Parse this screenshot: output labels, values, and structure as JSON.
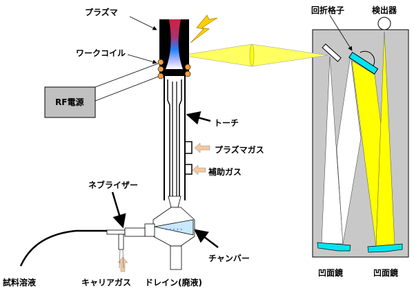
{
  "title": "ICP emission spectrometer schematic",
  "labels": {
    "plasma": "プラズマ",
    "work_coil": "ワークコイル",
    "rf_power": "RF電源",
    "torch": "トーチ",
    "plasma_gas": "プラズマガス",
    "auxiliary_gas": "補助ガス",
    "nebulizer": "ネブライザー",
    "chamber": "チャンバー",
    "sample_solution": "試料溶液",
    "carrier_gas": "キャリアガス",
    "drain": "ドレイン(廃液)",
    "grating": "回折格子",
    "detector": "検出器",
    "concave_mirror_1": "凹面鏡",
    "concave_mirror_2": "凹面鏡"
  },
  "colors": {
    "light_beam": "#ffff00",
    "optics": "#00e5f0",
    "spectrometer_bg": "#c8c8c8",
    "coil": "#f0a040",
    "gas_arrow": "#f5c8a0"
  }
}
